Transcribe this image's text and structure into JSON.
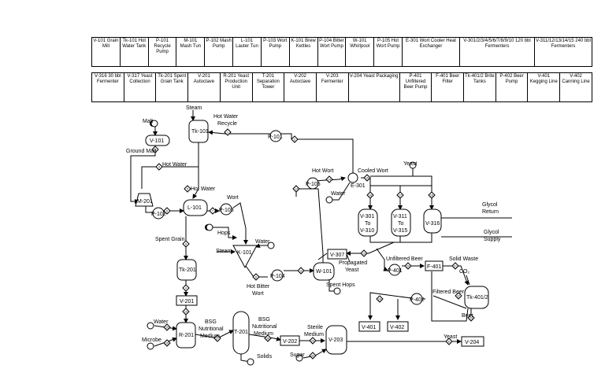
{
  "legend_row1": [
    "V-101 Grain Mill",
    "Tk-101 Hot Water Tank",
    "P-101 Recycle Pump",
    "M-101 Mash Tun",
    "P-102 Mash Pump",
    "L-101 Lauter Tun",
    "P-103 Wort Pump",
    "K-101 Brew Kettles",
    "P-104 Bitter Wort Pump",
    "W-101 Whirlpool",
    "P-105 Hot Wort Pump",
    "E-301 Wort Cooler Heat Exchanger",
    "V-301/2/3/4/5/6/7/8/9/10 120 bbl Fermenters",
    "V-311/12/13/14/15 240 bbl Fermenters"
  ],
  "legend_row2": [
    "V-316 30 bbl Fermenter",
    "V-317 Yeast Collection",
    "Tk-201 Spent Grain Tank",
    "V-201 Autoclave",
    "R-201 Yeast Production Unit",
    "T-201 Separation Tower",
    "V-202 Autoclave",
    "V-203 Fermenter",
    "V-204 Yeast Packaging",
    "P-401 Unfiltered Beer Pump",
    "F-401 Beer Filter",
    "Tk-401/2 Brite Tanks",
    "P-402 Beer Pump",
    "V-401 Kegging Line",
    "V-402 Canning Line"
  ],
  "labels": {
    "steam_top": "Steam",
    "tk101": "Tk-101",
    "hw_recycle_1": "Hot Water",
    "hw_recycle_2": "Recycle",
    "p101": "P-101",
    "malt": "Malt",
    "v101": "V-101",
    "ground_malt": "Ground Malt",
    "hot_water_1": "Hot Water",
    "m201": "M-201",
    "p102": "P-102",
    "hot_water_2": "Hot Water",
    "l101": "L-101",
    "p103": "P-103",
    "wort": "Wort",
    "hops": "Hops",
    "steam_k": "Steam",
    "k101": "K-101",
    "water_k": "Water",
    "spent_grain": "Spent Grain",
    "tk201": "Tk-201",
    "v201": "V-201",
    "p104": "P-104",
    "hot_bitter_1": "Hot Bitter",
    "hot_bitter_2": "Wort",
    "w101": "W-101",
    "spent_hops": "Spent Hops",
    "hot_wort": "Hot Wort",
    "p105": "P-105",
    "cooled_wort": "Cooled Wort",
    "e301": "E-301",
    "water_e": "Water",
    "yeast_top": "Yeast",
    "v301_a": "V-301",
    "v301_b": "To",
    "v301_c": "V-310",
    "v311_a": "V-311",
    "v311_b": "To",
    "v311_c": "V-315",
    "v316": "V-316",
    "glycol_return_1": "Glycol",
    "glycol_return_2": "Return",
    "glycol_supply_1": "Glycol",
    "glycol_supply_2": "Supply",
    "v307": "V-307",
    "propagated_1": "Propagated",
    "propagated_2": "Yeast",
    "unfiltered": "Unfiltered Beer",
    "p401": "P-401",
    "f401": "F-401",
    "solid_waste": "Solid Waste",
    "co2": "CO₂",
    "filtered": "Filtered Beer",
    "tk4012": "Tk-401/2",
    "beer": "Beer",
    "p402": "P-402",
    "v401": "V-401",
    "v402": "V-402",
    "water_r": "Water",
    "microbe": "Microbe",
    "r201": "R-201",
    "bsg1_a": "BSG",
    "bsg1_b": "Nutritional",
    "bsg1_c": "Medium",
    "t201": "T-201",
    "bsg2_a": "BSG",
    "bsg2_b": "Nutritional",
    "bsg2_c": "Medium",
    "solids": "Solids",
    "v202": "V-202",
    "sterile_a": "Sterile",
    "sterile_b": "Medium",
    "sugar": "Sugar",
    "v203": "V-203",
    "yeast_out": "Yeast",
    "v204": "V-204"
  },
  "stream_numbers": [
    "1",
    "2",
    "3",
    "4",
    "5",
    "6",
    "7",
    "8",
    "9",
    "10",
    "11",
    "12",
    "13",
    "14",
    "15",
    "16",
    "17",
    "18",
    "19",
    "20",
    "21",
    "22",
    "23",
    "24",
    "25",
    "26",
    "27",
    "28",
    "29",
    "30",
    "31",
    "32",
    "33",
    "34",
    "35",
    "36",
    "37",
    "38",
    "39",
    "40",
    "41",
    "42",
    "43",
    "44",
    "45",
    "46",
    "47",
    "48",
    "49",
    "50"
  ]
}
